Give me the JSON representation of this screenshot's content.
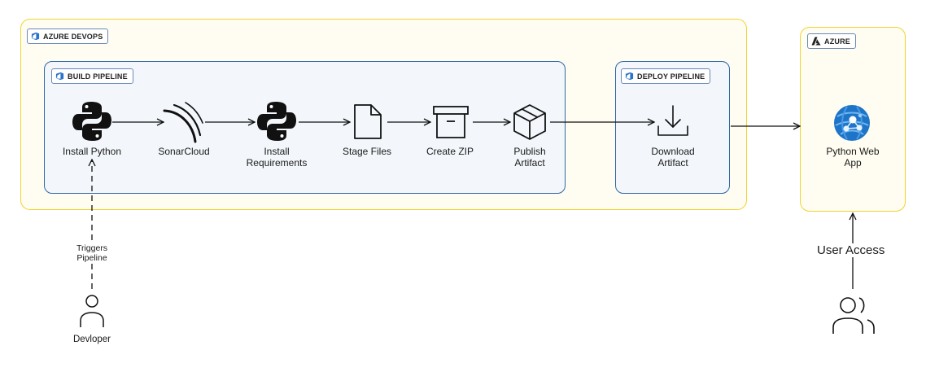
{
  "groups": {
    "devops": "AZURE DEVOPS",
    "build": "BUILD PIPELINE",
    "deploy": "DEPLOY PIPELINE",
    "azure": "AZURE"
  },
  "nodes": {
    "install_python": "Install Python",
    "sonarcloud": "SonarCloud",
    "install_req_1": "Install",
    "install_req_2": "Requirements",
    "stage_files": "Stage Files",
    "create_zip": "Create ZIP",
    "publish_1": "Publish",
    "publish_2": "Artifact",
    "download_1": "Download",
    "download_2": "Artifact",
    "webapp_1": "Python Web",
    "webapp_2": "App"
  },
  "edges": {
    "triggers_1": "Triggers",
    "triggers_2": "Pipeline",
    "user_access": "User Access"
  },
  "actors": {
    "developer": "Devloper"
  },
  "icons": {
    "devops": "azure-devops-icon",
    "azure": "azure-icon",
    "python": "python-icon",
    "sonarcloud": "sonarcloud-icon",
    "file": "file-icon",
    "archive": "archive-box-icon",
    "package": "package-icon",
    "download": "download-icon",
    "webapp": "azure-web-app-icon",
    "user": "user-icon",
    "users": "users-icon"
  },
  "colors": {
    "outer_border": "#f2d230",
    "pipeline_border": "#2e67a8",
    "webapp_blue": "#1e74c7"
  }
}
